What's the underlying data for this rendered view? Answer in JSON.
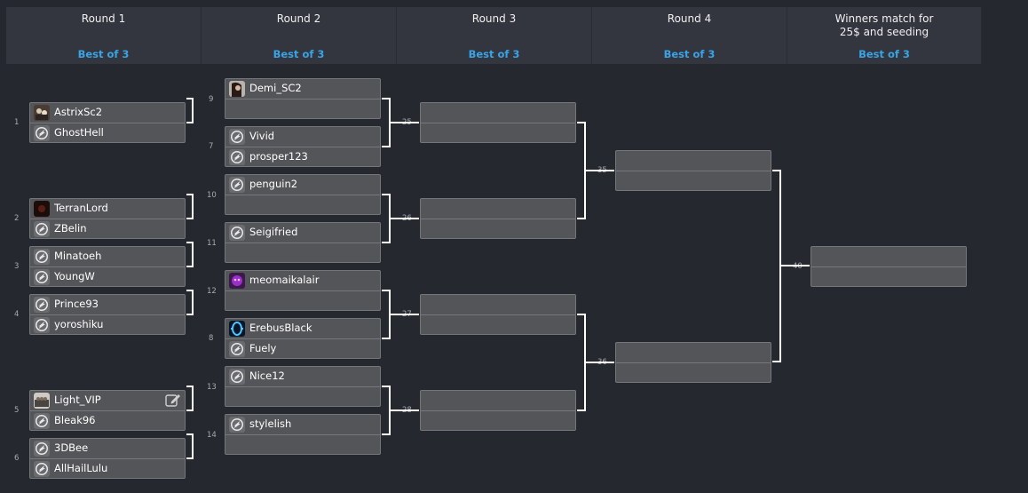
{
  "rounds": [
    {
      "title": "Round 1",
      "format": "Best of 3"
    },
    {
      "title": "Round 2",
      "format": "Best of 3"
    },
    {
      "title": "Round 3",
      "format": "Best of 3"
    },
    {
      "title": "Round 4",
      "format": "Best of 3"
    },
    {
      "title": "Winners match for\n25$ and seeding",
      "format": "Best of 3"
    }
  ],
  "matches": [
    {
      "players": [
        {
          "name": "AstrixSc2",
          "avatar": "photo-avatar-astrix"
        },
        {
          "name": "GhostHell",
          "avatar": "default-avatar"
        }
      ],
      "seeds": [
        "1",
        ""
      ],
      "number": ""
    },
    {
      "players": [
        {
          "name": "TerranLord",
          "avatar": "photo-avatar-dark"
        },
        {
          "name": "ZBelin",
          "avatar": "default-avatar"
        }
      ],
      "seeds": [
        "2",
        ""
      ],
      "number": ""
    },
    {
      "players": [
        {
          "name": "Minatoeh",
          "avatar": "default-avatar"
        },
        {
          "name": "YoungW",
          "avatar": "default-avatar"
        }
      ],
      "seeds": [
        "3",
        ""
      ],
      "number": ""
    },
    {
      "players": [
        {
          "name": "Prince93",
          "avatar": "default-avatar"
        },
        {
          "name": "yoroshiku",
          "avatar": "default-avatar"
        }
      ],
      "seeds": [
        "4",
        ""
      ],
      "number": ""
    },
    {
      "players": [
        {
          "name": "Light_VIP",
          "avatar": "photo-avatar-group"
        },
        {
          "name": "Bleak96",
          "avatar": "default-avatar"
        }
      ],
      "seeds": [
        "5",
        ""
      ],
      "number": "",
      "editable": true
    },
    {
      "players": [
        {
          "name": "3DBee",
          "avatar": "default-avatar"
        },
        {
          "name": "AllHailLulu",
          "avatar": "default-avatar"
        }
      ],
      "seeds": [
        "6",
        ""
      ],
      "number": ""
    },
    {
      "players": [
        {
          "name": "Demi_SC2",
          "avatar": "photo-avatar-demi"
        },
        {
          "name": "",
          "avatar": ""
        }
      ],
      "seeds": [
        "",
        ""
      ],
      "number": "9"
    },
    {
      "players": [
        {
          "name": "Vivid",
          "avatar": "default-avatar"
        },
        {
          "name": "prosper123",
          "avatar": "default-avatar"
        }
      ],
      "seeds": [
        "7",
        ""
      ],
      "number": ""
    },
    {
      "players": [
        {
          "name": "penguin2",
          "avatar": "default-avatar"
        },
        {
          "name": "",
          "avatar": ""
        }
      ],
      "seeds": [
        "",
        ""
      ],
      "number": "10"
    },
    {
      "players": [
        {
          "name": "Seigifried",
          "avatar": "default-avatar"
        },
        {
          "name": "",
          "avatar": ""
        }
      ],
      "seeds": [
        "",
        ""
      ],
      "number": "11"
    },
    {
      "players": [
        {
          "name": "meomaikalair",
          "avatar": "purple-avatar"
        },
        {
          "name": "",
          "avatar": ""
        }
      ],
      "seeds": [
        "",
        ""
      ],
      "number": "12"
    },
    {
      "players": [
        {
          "name": "ErebusBlack",
          "avatar": "blue-ring-avatar"
        },
        {
          "name": "Fuely",
          "avatar": "default-avatar"
        }
      ],
      "seeds": [
        "8",
        ""
      ],
      "number": ""
    },
    {
      "players": [
        {
          "name": "Nice12",
          "avatar": "default-avatar"
        },
        {
          "name": "",
          "avatar": ""
        }
      ],
      "seeds": [
        "",
        ""
      ],
      "number": "13"
    },
    {
      "players": [
        {
          "name": "stylelish",
          "avatar": "default-avatar"
        },
        {
          "name": "",
          "avatar": ""
        }
      ],
      "seeds": [
        "",
        ""
      ],
      "number": "14"
    },
    {
      "players": [
        {
          "name": "",
          "avatar": ""
        },
        {
          "name": "",
          "avatar": ""
        }
      ],
      "seeds": [
        "",
        ""
      ],
      "number": "25"
    },
    {
      "players": [
        {
          "name": "",
          "avatar": ""
        },
        {
          "name": "",
          "avatar": ""
        }
      ],
      "seeds": [
        "",
        ""
      ],
      "number": "26"
    },
    {
      "players": [
        {
          "name": "",
          "avatar": ""
        },
        {
          "name": "",
          "avatar": ""
        }
      ],
      "seeds": [
        "",
        ""
      ],
      "number": "27"
    },
    {
      "players": [
        {
          "name": "",
          "avatar": ""
        },
        {
          "name": "",
          "avatar": ""
        }
      ],
      "seeds": [
        "",
        ""
      ],
      "number": "28"
    },
    {
      "players": [
        {
          "name": "",
          "avatar": ""
        },
        {
          "name": "",
          "avatar": ""
        }
      ],
      "seeds": [
        "",
        ""
      ],
      "number": "35"
    },
    {
      "players": [
        {
          "name": "",
          "avatar": ""
        },
        {
          "name": "",
          "avatar": ""
        }
      ],
      "seeds": [
        "",
        ""
      ],
      "number": "36"
    },
    {
      "players": [
        {
          "name": "",
          "avatar": ""
        },
        {
          "name": "",
          "avatar": ""
        }
      ],
      "seeds": [
        "",
        ""
      ],
      "number": "40"
    }
  ],
  "colors": {
    "background": "#262830",
    "header_bg": "#33363f",
    "best_of": "#3aa3e6",
    "match_bg": "#545558",
    "connector": "#ffffff"
  }
}
